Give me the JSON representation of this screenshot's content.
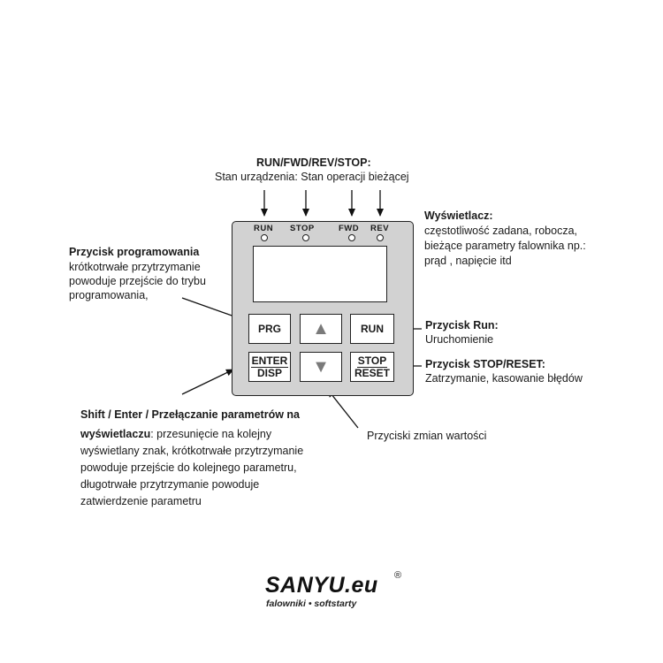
{
  "status": {
    "title": "RUN/FWD/REV/STOP:",
    "desc": "Stan urządzenia: Stan operacji bieżącej",
    "leds": [
      "RUN",
      "STOP",
      "FWD",
      "REV"
    ]
  },
  "display": {
    "title": "Wyświetlacz:",
    "lines": [
      "częstotliwość zadana, robocza,",
      "bieżące parametry falownika np.:",
      "prąd , napięcie itd"
    ]
  },
  "prog": {
    "title": "Przycisk programowania",
    "lines": [
      "krótkotrwałe przytrzymanie",
      "powoduje przejście do trybu",
      "programowania,"
    ]
  },
  "run_note": {
    "title": "Przycisk Run:",
    "desc": "Uruchomienie"
  },
  "stop_note": {
    "title": "Przycisk STOP/RESET:",
    "desc": "Zatrzymanie, kasowanie błędów"
  },
  "shift_note": {
    "title_line1": "Shift / Enter / Przełączanie parametrów na",
    "title_line2_bold": "wyświetlaczu",
    "title_line2_rest": ": przesunięcie na kolejny",
    "lines": [
      "wyświetlany znak, krótkotrwałe przytrzymanie",
      "powoduje przejście do kolejnego parametru,",
      "długotrwałe przytrzymanie powoduje",
      "zatwierdzenie parametru"
    ]
  },
  "change_note": "Przyciski zmian wartości",
  "buttons": {
    "prg": "PRG",
    "up": "▲",
    "run": "RUN",
    "enter": "ENTER",
    "disp": "DISP",
    "down": "▼",
    "stop": "STOP",
    "reset": "RESET"
  },
  "brand": {
    "name": "SANYU.eu",
    "reg": "®",
    "tagline": "falowniki • softstarty"
  }
}
